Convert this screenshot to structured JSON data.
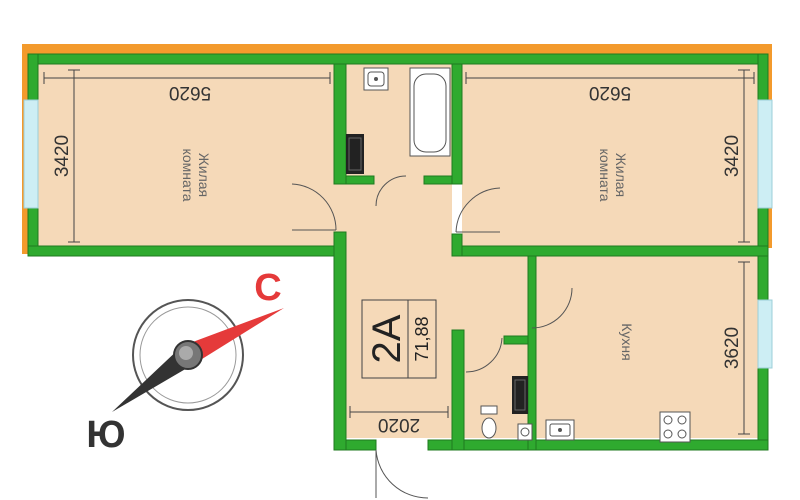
{
  "colors": {
    "wall": "#2faa2f",
    "wall_outline": "#1f7a1f",
    "floor": "#f5d9b8",
    "outer_band": "#f39a2c",
    "window": "#cdeef4",
    "compass_red": "#e53a3a",
    "compass_dark": "#333333"
  },
  "rooms": {
    "living_left": {
      "label": "Жилая\nкомната",
      "width_dim": "5620",
      "height_dim": "3420"
    },
    "living_right": {
      "label": "Жилая\nкомната",
      "width_dim": "5620",
      "height_dim": "3420"
    },
    "kitchen": {
      "label": "Кухня",
      "height_dim": "3620"
    },
    "hall": {
      "width_dim": "2020"
    }
  },
  "apartment": {
    "type": "2А",
    "area": "71,88"
  },
  "compass": {
    "north": "С",
    "south": "Ю"
  },
  "icons": [
    "sink-icon",
    "bathtub-icon",
    "wardrobe-icon",
    "toilet-icon",
    "stove-icon",
    "washing-machine-icon"
  ]
}
